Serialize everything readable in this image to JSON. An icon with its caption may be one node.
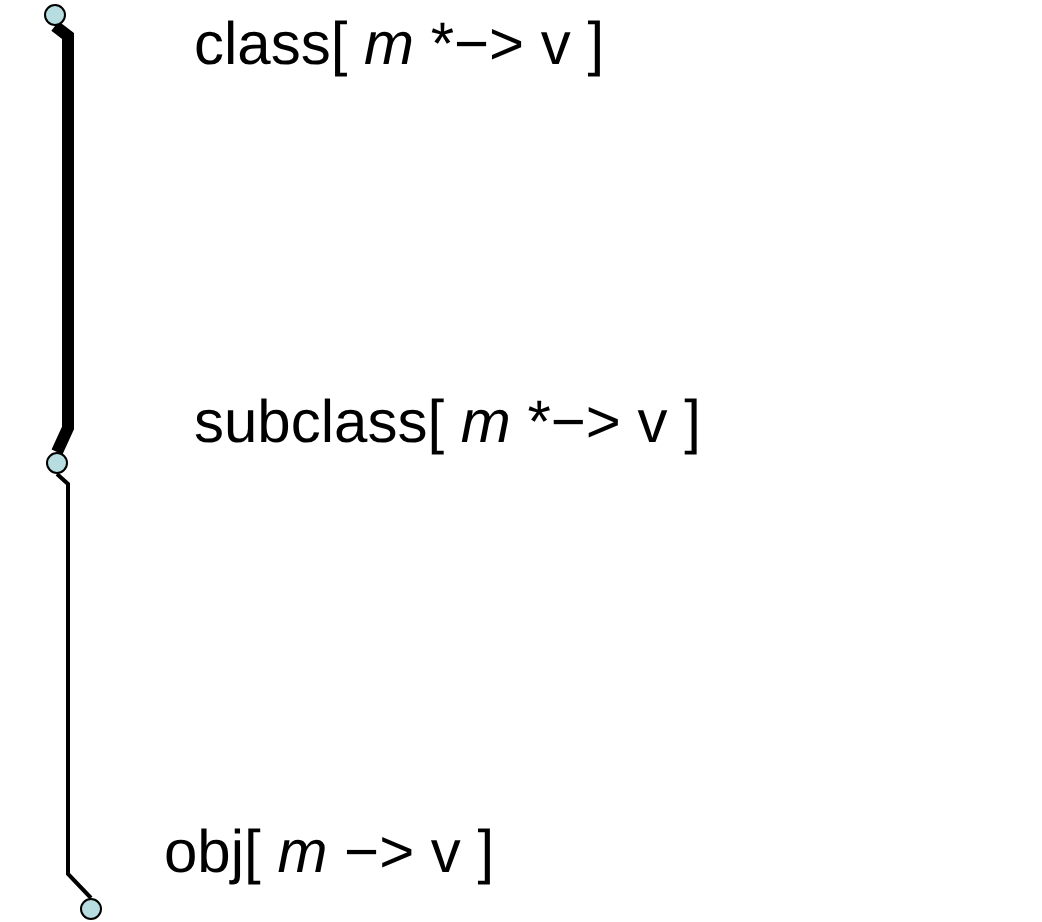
{
  "diagram": {
    "nodes": [
      {
        "text": [],
        "shape": "circle",
        "beside": [
          "class[ *m* *−> v ]"
        ]
      },
      {
        "text": [],
        "shape": "circle",
        "beside": [
          "subclass[ *m* *−> v ]"
        ]
      },
      {
        "text": [],
        "shape": "circle",
        "beside": [
          "obj[ *m* −> v ]"
        ]
      }
    ],
    "edges": [
      {
        "from": 0,
        "to": 1,
        "arrow": "none",
        "style": "thick"
      },
      {
        "from": 1,
        "to": 2,
        "arrow": "none"
      }
    ]
  }
}
